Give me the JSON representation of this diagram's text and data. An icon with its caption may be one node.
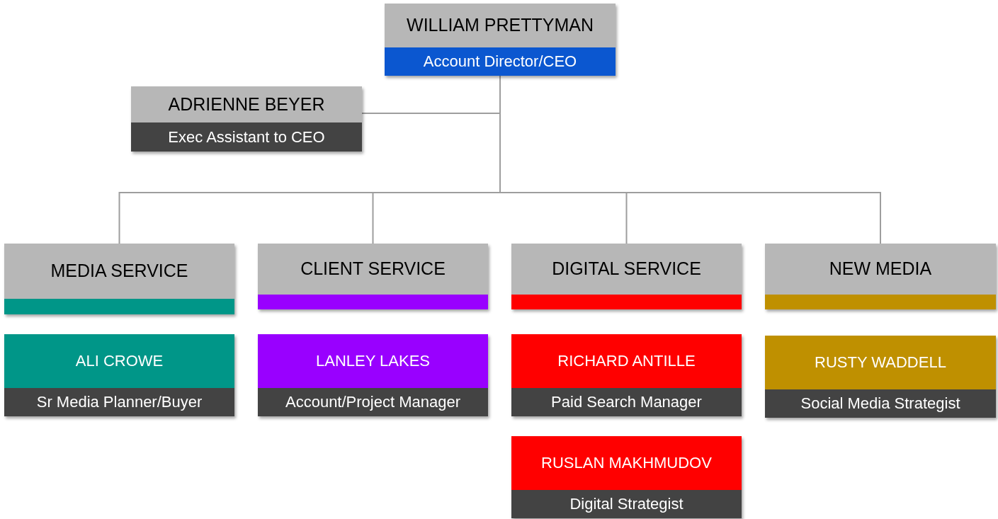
{
  "diagram": {
    "nodes": [
      {
        "text": [
          "WILLIAM PRETTYMAN",
          "Account Director/CEO"
        ]
      },
      {
        "text": [
          "ADRIENNE BEYER",
          "Exec Assistant to CEO"
        ]
      },
      {
        "text": [
          "MEDIA SERVICE"
        ]
      },
      {
        "text": [
          "CLIENT SERVICE"
        ]
      },
      {
        "text": [
          "DIGITAL SERVICE"
        ]
      },
      {
        "text": [
          "NEW MEDIA"
        ]
      },
      {
        "text": [
          "ALI CROWE",
          "Sr Media Planner/Buyer"
        ]
      },
      {
        "text": [
          "LANLEY LAKES",
          "Account/Project Manager"
        ]
      },
      {
        "text": [
          "RICHARD ANTILLE",
          "Paid Search Manager"
        ]
      },
      {
        "text": [
          "RUSLAN MAKHMUDOV",
          "Digital Strategist"
        ]
      },
      {
        "text": [
          "RUSTY WADDELL",
          "Social Media Strategist"
        ]
      }
    ],
    "edges": [
      {
        "from": 0,
        "to": 1,
        "arrow": "none"
      },
      {
        "from": 0,
        "to": 2,
        "arrow": "none"
      },
      {
        "from": 0,
        "to": 3,
        "arrow": "none"
      },
      {
        "from": 0,
        "to": 4,
        "arrow": "none"
      },
      {
        "from": 0,
        "to": 5,
        "arrow": "none"
      }
    ]
  }
}
